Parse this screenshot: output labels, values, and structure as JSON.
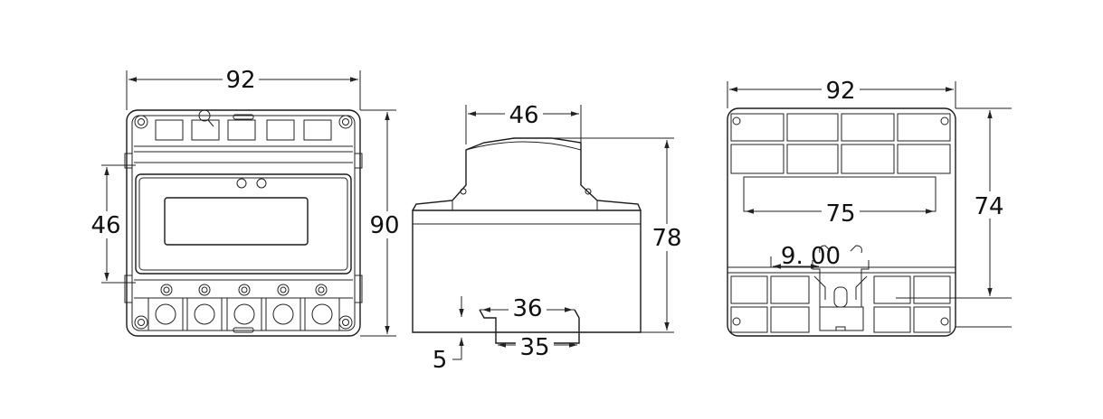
{
  "views": {
    "front": {
      "width_label": "92",
      "height_label": "90",
      "window_height_label": "46"
    },
    "side": {
      "top_width_label": "46",
      "height_label": "78",
      "rail_inner_label": "36",
      "rail_outer_label": "35",
      "rail_depth_label": "5"
    },
    "back": {
      "width_label": "92",
      "height_label": "74",
      "slot_width_label": "75",
      "clip_label": "9. 00"
    }
  }
}
